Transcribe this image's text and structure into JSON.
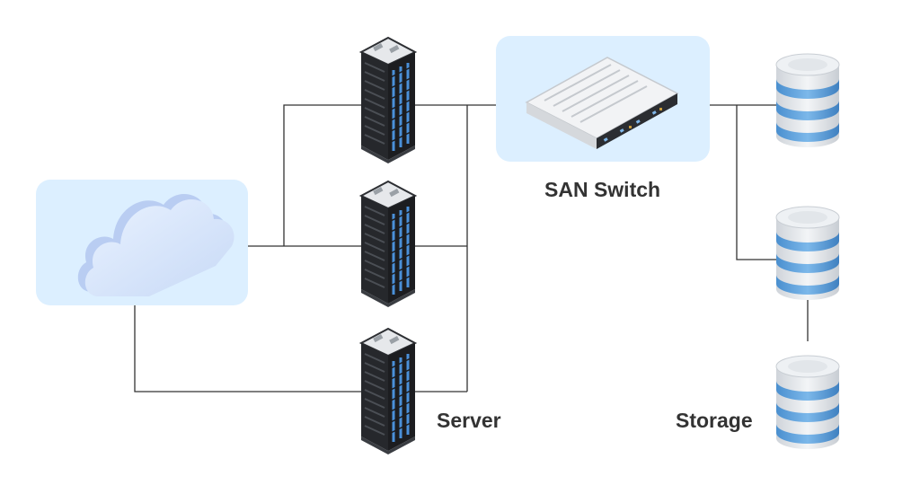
{
  "labels": {
    "san_switch": "SAN Switch",
    "server": "Server",
    "storage": "Storage"
  },
  "nodes": {
    "cloud": {
      "icon": "cloud-icon"
    },
    "servers": [
      {
        "icon": "server-rack-icon"
      },
      {
        "icon": "server-rack-icon"
      },
      {
        "icon": "server-rack-icon"
      }
    ],
    "san_switch": {
      "icon": "network-switch-icon"
    },
    "storage": [
      {
        "icon": "database-icon"
      },
      {
        "icon": "database-icon"
      },
      {
        "icon": "database-icon"
      }
    ]
  },
  "colors": {
    "panel": "#dcefff",
    "connector": "#333333",
    "rack_body": "#2d2f33",
    "rack_leds": "#4a90d9",
    "disk_blue": "#5aa0d8",
    "disk_silver": "#d9dde2",
    "label": "#333333"
  }
}
